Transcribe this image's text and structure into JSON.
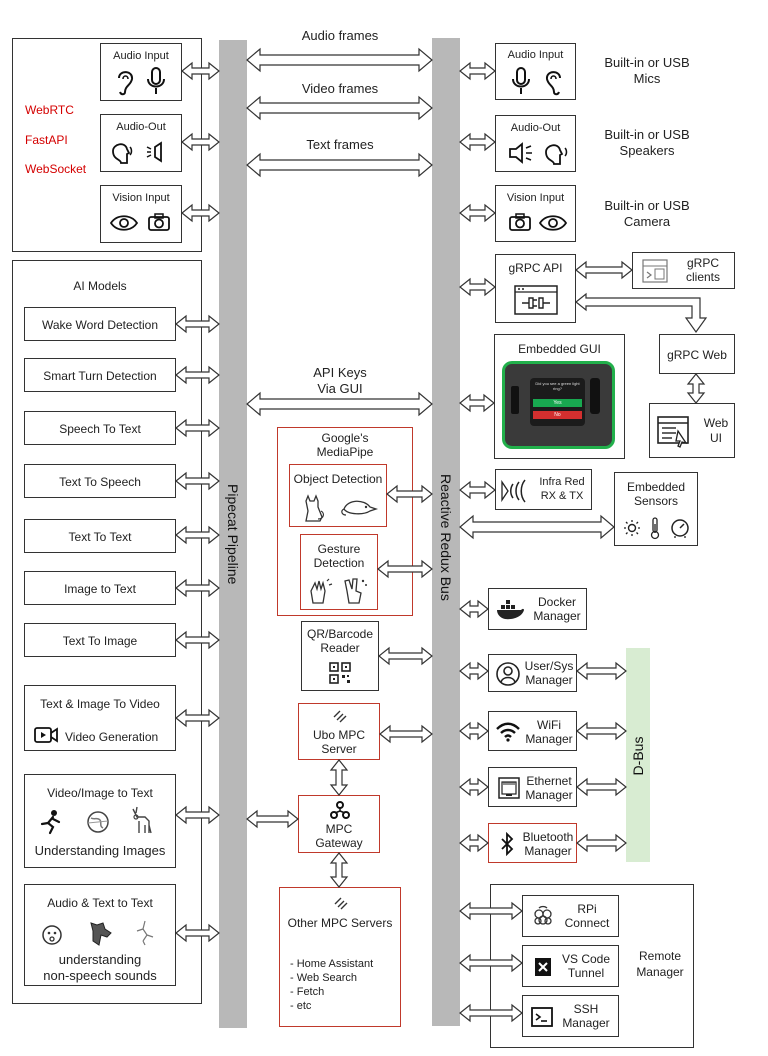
{
  "left_panel": {
    "protocols": [
      "WebRTC",
      "FastAPI",
      "WebSocket"
    ],
    "audio_input": "Audio Input",
    "audio_out": "Audio-Out",
    "vision_input": "Vision Input"
  },
  "ai_models": {
    "title": "AI Models",
    "items": [
      "Wake Word Detection",
      "Smart Turn Detection",
      "Speech To Text",
      "Text To Speech",
      "Text To Text",
      "Image to Text",
      "Text To Image"
    ],
    "video": {
      "title": "Text & Image  To Video",
      "caption": "Video Generation"
    },
    "understanding": {
      "title": "Video/Image to Text",
      "caption": "Understanding Images"
    },
    "audio_text": {
      "title": "Audio & Text  to Text",
      "caption_1": "understanding",
      "caption_2": "non-speech sounds"
    }
  },
  "buses": {
    "pipeline": "Pipecat  Pipeline",
    "redux": "Reactive Redux Bus",
    "dbus": "D-Bus"
  },
  "frames": {
    "audio": "Audio frames",
    "video": "Video frames",
    "text": "Text frames",
    "api_keys_1": "API Keys",
    "api_keys_2": "Via GUI"
  },
  "center": {
    "mediapipe_1": "Google's",
    "mediapipe_2": "MediaPipe",
    "object_detection": "Object Detection",
    "gesture_1": "Gesture",
    "gesture_2": "Detection",
    "qr_1": "QR/Barcode",
    "qr_2": "Reader",
    "ubo_mpc_1": "Ubo MPC",
    "ubo_mpc_2": "Server",
    "mpc_gateway_1": "MPC",
    "mpc_gateway_2": "Gateway",
    "other_mpc": "Other MPC Servers",
    "other_mpc_items": [
      "- Home Assistant",
      "- Web Search",
      "- Fetch",
      "- etc"
    ]
  },
  "right": {
    "audio_input": "Audio Input",
    "mics_1": "Built-in or USB",
    "mics_2": "Mics",
    "audio_out": "Audio-Out",
    "speakers_1": "Built-in or USB",
    "speakers_2": "Speakers",
    "vision_input": "Vision Input",
    "camera_1": "Built-in or USB",
    "camera_2": "Camera",
    "grpc_api": "gRPC API",
    "grpc_clients_1": "gRPC",
    "grpc_clients_2": "clients",
    "grpc_web": "gRPC Web",
    "web_ui_1": "Web",
    "web_ui_2": "UI",
    "embedded_gui": "Embedded GUI",
    "gui_screen": {
      "prompt": "Did you see a green light ring?",
      "yes": "Yes",
      "no": "No"
    },
    "infrared_1": "Infra Red",
    "infrared_2": "RX & TX",
    "sensors_1": "Embedded",
    "sensors_2": "Sensors",
    "docker_1": "Docker",
    "docker_2": "Manager",
    "user_1": "User/Sys",
    "user_2": "Manager",
    "wifi_1": "WiFi",
    "wifi_2": "Manager",
    "ethernet_1": "Ethernet",
    "ethernet_2": "Manager",
    "bluetooth_1": "Bluetooth",
    "bluetooth_2": "Manager",
    "rpi_1": "RPi",
    "rpi_2": "Connect",
    "vscode_1": "VS Code",
    "vscode_2": "Tunnel",
    "ssh_1": "SSH",
    "ssh_2": "Manager",
    "remote_1": "Remote",
    "remote_2": "Manager"
  },
  "colors": {
    "bus": "#b8b8b8",
    "dbus": "#d8ecd2",
    "accent_red": "#c0392b",
    "protocol_red": "#d40000",
    "gui_green": "#22b04b"
  }
}
